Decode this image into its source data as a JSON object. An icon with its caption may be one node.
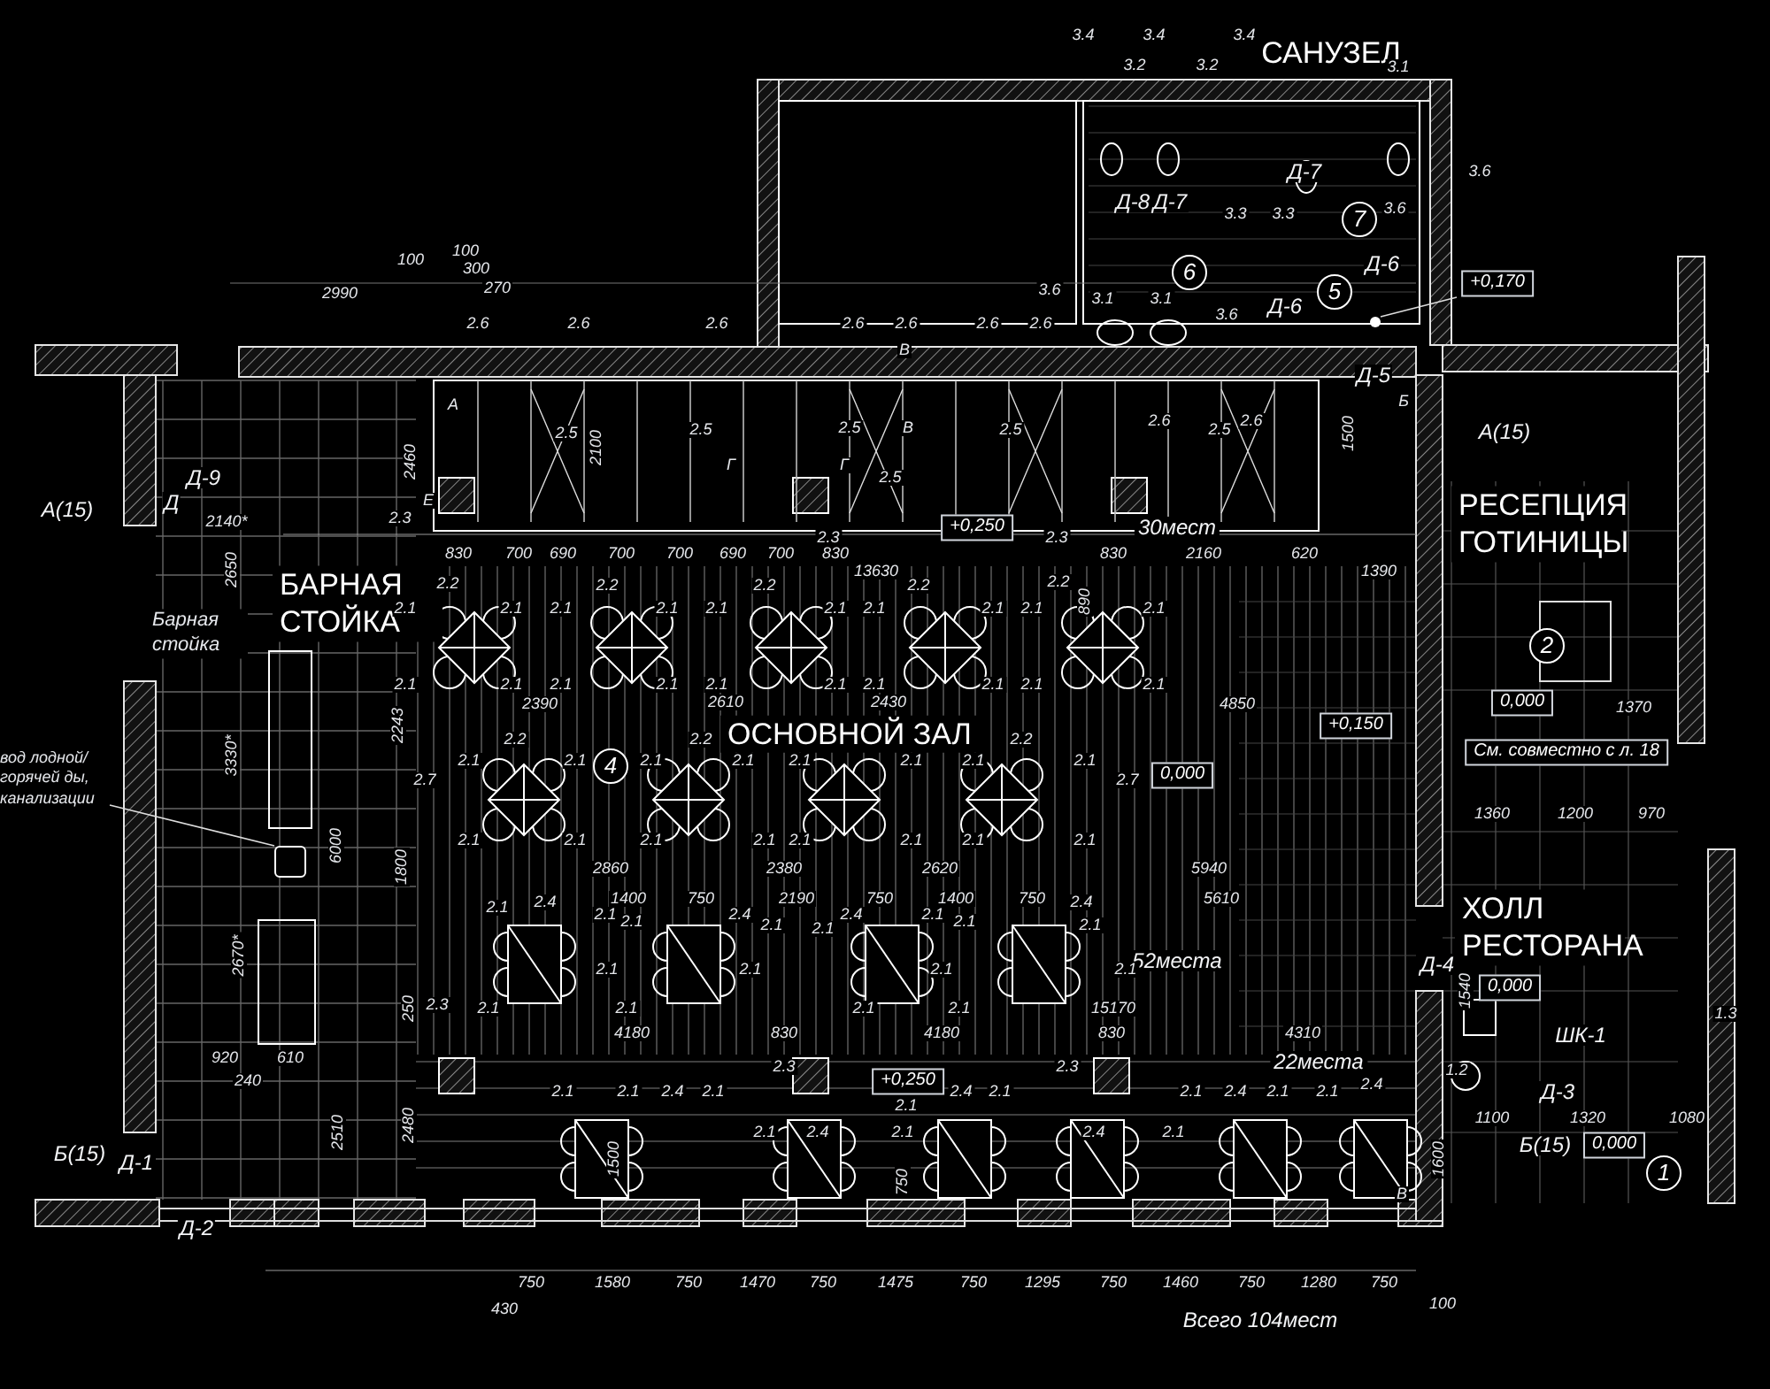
{
  "diagram": {
    "nodes": [
      {
        "text": [
          "7"
        ]
      },
      {
        "text": [
          "6"
        ]
      },
      {
        "text": [
          "5"
        ]
      },
      {
        "text": [
          "+0,170"
        ]
      },
      {
        "text": [
          "+0,250"
        ]
      },
      {
        "text": [
          "2"
        ]
      },
      {
        "text": [
          "0,000"
        ]
      },
      {
        "text": [
          "+0,150"
        ]
      },
      {
        "text": [
          "4"
        ]
      },
      {
        "text": [
          "0,000"
        ]
      },
      {
        "text": [
          "См. совместно с л. 18"
        ]
      },
      {
        "text": [
          "0,000"
        ]
      },
      {
        "text": [
          "+0,250"
        ]
      },
      {
        "text": [
          "0,000"
        ]
      },
      {
        "text": [
          "1"
        ]
      },
      {
        "text": [
          "вод лодной/горячей ды, канализации"
        ]
      },
      {
        "text": [],
        "shape": "box"
      },
      {
        "text": [],
        "shape": "circle"
      }
    ],
    "edges": [
      {
        "from": 3,
        "to": 17,
        "arrow": "none"
      },
      {
        "from": 15,
        "to": 16,
        "arrow": "none"
      }
    ],
    "labels": [
      "3.4",
      "3.2",
      "3.4",
      "3.2",
      "3.4",
      "САНУЗЕЛ",
      "3.1",
      "3.6",
      "Д-8",
      "Д-7",
      "Д-7",
      "3.3",
      "3.3",
      "3.6",
      "Д-6",
      "2990",
      "100",
      "100",
      "300",
      "270",
      "3.6",
      "3.1",
      "3.1",
      "3.6",
      "Д-6",
      "2.6",
      "2.6",
      "2.6",
      "2.6",
      "2.6",
      "2.6",
      "2.6",
      "В",
      "Д-5",
      "А",
      "Б",
      "2.6",
      "2.6",
      "2.5",
      "2.5",
      "2.5",
      "В",
      "2.5",
      "2.5",
      "А(15)",
      "2100",
      "1500",
      "2460",
      "Г",
      "Г",
      "2.5",
      "Д-9",
      "А(15)",
      "Д",
      "Е",
      "2140*",
      "2.3",
      "30мест",
      "РЕСЕПЦИЯ ГОТИНИЦЫ",
      "830",
      "700",
      "690",
      "700",
      "700",
      "690",
      "700",
      "830",
      "2.3",
      "2.3",
      "830",
      "2160",
      "620",
      "2650",
      "13630",
      "1390",
      "БАРНАЯ СТОЙКА",
      "Барная стойка",
      "2.2",
      "2.2",
      "2.2",
      "2.2",
      "2.2",
      "2.1",
      "2.1",
      "2.1",
      "2.1",
      "2.1",
      "2.1",
      "2.1",
      "2.1",
      "2.1",
      "2.1",
      "890",
      "2.1",
      "2.1",
      "2.1",
      "2.1",
      "2.1",
      "2.1",
      "2.1",
      "2.1",
      "2.1",
      "2.1",
      "2243",
      "2390",
      "2610",
      "2430",
      "4850",
      "ОСНОВНОЙ ЗАЛ",
      "1370",
      "2.2",
      "2.2",
      "2.2",
      "2.1",
      "2.1",
      "2.1",
      "2.1",
      "2.1",
      "2.1",
      "2.1",
      "2.1",
      "2.7",
      "2.7",
      "3330*",
      "2.1",
      "2.1",
      "2.1",
      "2.1",
      "2.1",
      "2.1",
      "2.1",
      "2.1",
      "1360",
      "1200",
      "970",
      "6000",
      "1800",
      "2860",
      "2380",
      "2620",
      "5940",
      "1400",
      "750",
      "2190",
      "750",
      "1400",
      "750",
      "5610",
      "2.1",
      "2.4",
      "2.1",
      "2.1",
      "2.4",
      "2.1",
      "2.1",
      "2.4",
      "2.1",
      "2.1",
      "2.4",
      "2.1",
      "2670*",
      "52места",
      "Д-4",
      "ХОЛЛ РЕСТОРАНА",
      "2.1",
      "2.1",
      "2.1",
      "2.1",
      "2.1",
      "2.1",
      "2.1",
      "2.1",
      "1540",
      "2.3",
      "250",
      "15170",
      "1.3",
      "4180",
      "830",
      "4180",
      "830",
      "4310",
      "ШК-1",
      "920",
      "610",
      "2.3",
      "2.3",
      "22места",
      "1.2",
      "240",
      "2.1",
      "2.1",
      "2.4",
      "2.1",
      "2.1",
      "2.4",
      "2.1",
      "2.1",
      "2.4",
      "2.1",
      "2.1",
      "2.4",
      "2.1",
      "2.4",
      "2.1",
      "2.4",
      "2.1",
      "Д-3",
      "1100",
      "1320",
      "1080",
      "2510",
      "2480",
      "1500",
      "750",
      "Б(15)",
      "Д-1",
      "Б(15)",
      "1600",
      "В",
      "Д-2",
      "750",
      "1580",
      "750",
      "1470",
      "750",
      "1475",
      "750",
      "1295",
      "750",
      "1460",
      "750",
      "1280",
      "750",
      "430",
      "100",
      "Всего 104мест"
    ]
  }
}
